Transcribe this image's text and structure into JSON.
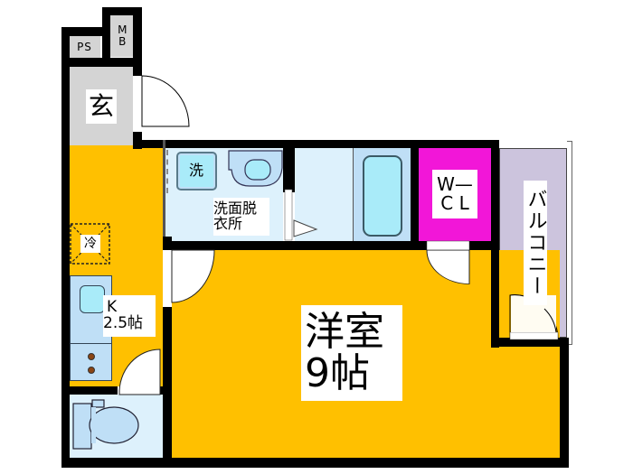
{
  "floorplan": {
    "colors": {
      "wall": "#000000",
      "room_yellow": "#FFC000",
      "entrance_gray": "#D4D4D4",
      "wet_area_light_blue": "#DDF1FC",
      "fixture_blue": "#BFDFF6",
      "fixture_cyan": "#A9EBF9",
      "closet_magenta": "#F216D8",
      "balcony_lavender": "#CCC4DD",
      "burner_brown": "#8B4513"
    },
    "rooms": {
      "ps": {
        "label": "PS"
      },
      "mb": {
        "label": "MB"
      },
      "entrance": {
        "label": "玄"
      },
      "washroom": {
        "label_line1": "洗面脱",
        "label_line2": "衣所",
        "washer_label": "洗"
      },
      "bathroom": {
        "label": ""
      },
      "kitchen": {
        "label_line1": "K",
        "label_line2": "2.5帖",
        "fridge_label": "冷"
      },
      "western_room": {
        "label_line1": "洋室",
        "label_line2": "9帖"
      },
      "walk_in_closet": {
        "label_line1": "W—",
        "label_line2": "C L"
      },
      "balcony": {
        "label": "バルコニー"
      },
      "toilet": {
        "label": ""
      }
    }
  }
}
